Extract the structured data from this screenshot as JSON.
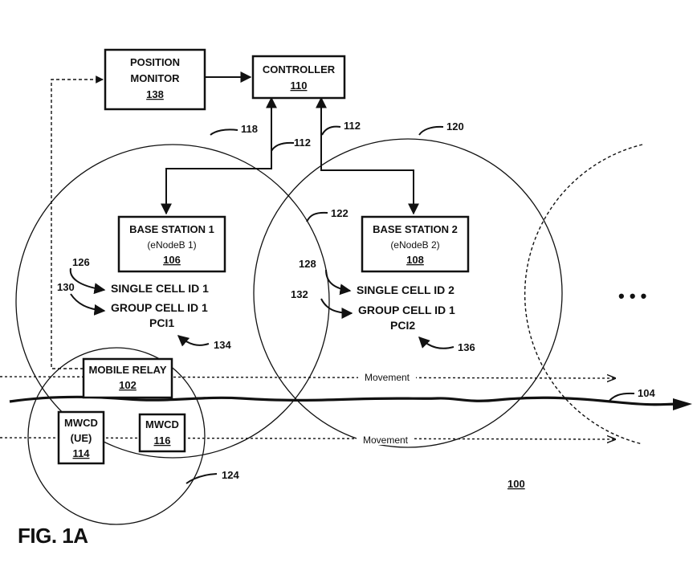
{
  "figure_label": "FIG. 1A",
  "system_ref": "100",
  "position_monitor": {
    "line1": "POSITION",
    "line2": "MONITOR",
    "ref": "138"
  },
  "controller": {
    "label": "CONTROLLER",
    "ref": "110"
  },
  "base_station_1": {
    "line1": "BASE STATION 1",
    "line2": "(eNodeB 1)",
    "ref": "106"
  },
  "base_station_2": {
    "line1": "BASE STATION 2",
    "line2": "(eNodeB 2)",
    "ref": "108"
  },
  "cell_1": {
    "single": "SINGLE CELL ID 1",
    "group": "GROUP CELL ID 1",
    "pci": "PCI1"
  },
  "cell_2": {
    "single": "SINGLE CELL ID 2",
    "group": "GROUP CELL ID 1",
    "pci": "PCI2"
  },
  "mobile_relay": {
    "label": "MOBILE RELAY",
    "ref": "102"
  },
  "mwcd_ue": {
    "line1": "MWCD",
    "line2": "(UE)",
    "ref": "114"
  },
  "mwcd": {
    "line1": "MWCD",
    "ref": "116"
  },
  "movement_label": "Movement",
  "ellipsis": "• • •",
  "refs": {
    "link_a": "112",
    "link_b": "112",
    "circle_1": "118",
    "circle_2": "120",
    "overlap": "122",
    "relay_circle": "124",
    "single_1": "126",
    "single_2": "128",
    "group_1": "130",
    "group_2": "132",
    "pci_1": "134",
    "pci_2": "136",
    "path": "104"
  }
}
